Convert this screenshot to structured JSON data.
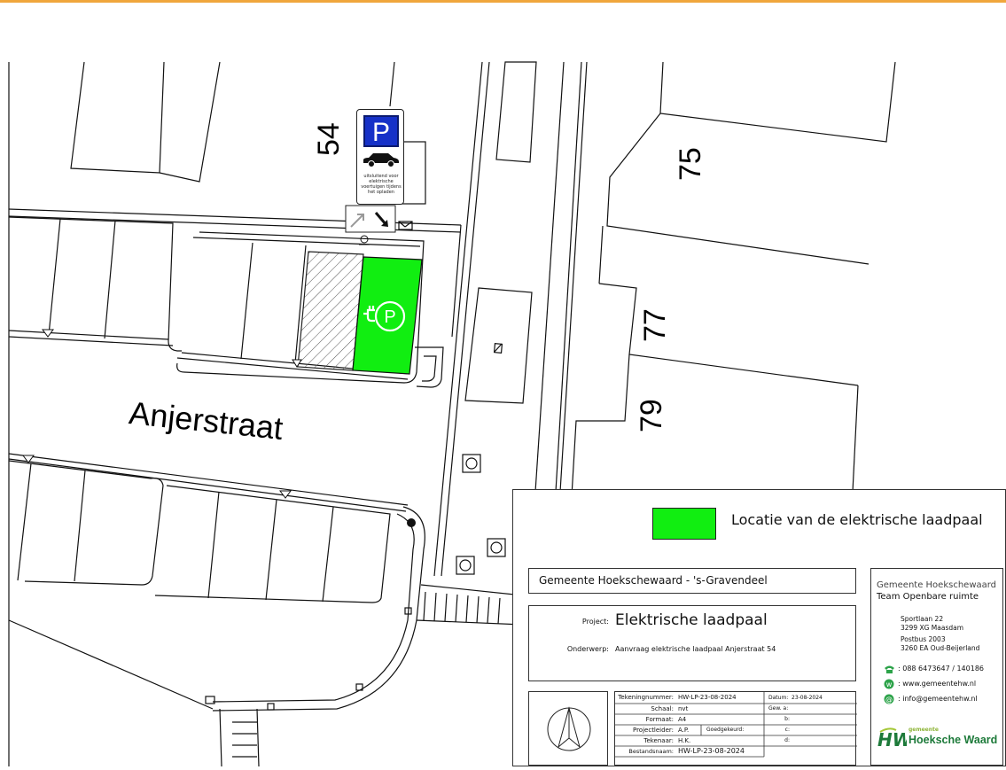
{
  "map": {
    "street_name": "Anjerstraat",
    "house_numbers": [
      "54",
      "75",
      "77",
      "79"
    ]
  },
  "parking_sign": {
    "symbol": "P",
    "text": "uitsluitend voor elektrische voertuigen tijdens het opladen",
    "color_blue": "#1631c8"
  },
  "legend": {
    "swatch_color": "#11ee11",
    "label": "Locatie van de elektrische laadpaal"
  },
  "titleblock": {
    "municipality": "Gemeente Hoeksche­waard - 's-Gravendeel",
    "project_label": "Project:",
    "project_value": "Elektrische laadpaal",
    "subject_label": "Onderwerp:",
    "subject_value": "Aanvraag elektrische laadpaal Anjerstraat 54",
    "fields": {
      "tekeningnummer_label": "Tekeningnummer:",
      "tekeningnummer_value": "HW-LP-23-08-2024",
      "datum_label": "Datum:",
      "datum_value": "23-08-2024",
      "schaal_label": "Schaal:",
      "schaal_value": "nvt",
      "gew_a_label": "Gew. a:",
      "formaat_label": "Formaat:",
      "formaat_value": "A4",
      "b_label": "b:",
      "projectleider_label": "Projectleider:",
      "projectleider_value": "A.P.",
      "goedgekeurd_label": "Goedgekeurd:",
      "c_label": "c:",
      "tekenaar_label": "Tekenaar:",
      "tekenaar_value": "H.K.",
      "d_label": "d:",
      "bestandsnaam_label": "Bestandsnaam:",
      "bestandsnaam_value": "HW-LP-23-08-2024"
    }
  },
  "contact": {
    "org_line1": "Gemeente Hoeksche­waard",
    "org_line2": "Team Openbare ruimte",
    "address1": "Sportlaan 22",
    "address2": "3299 XG Maasdam",
    "address3": "Postbus 2003",
    "address4": "3260 EA Oud-Beijerland",
    "phone": ": 088 6473647 / 140186",
    "web": ": www.gemeentehw.nl",
    "email": ": info@gemeentehw.nl",
    "logo_small": "gemeente",
    "logo_big": "Hoeksche Waard",
    "logo_color": "#1d7a3a"
  }
}
